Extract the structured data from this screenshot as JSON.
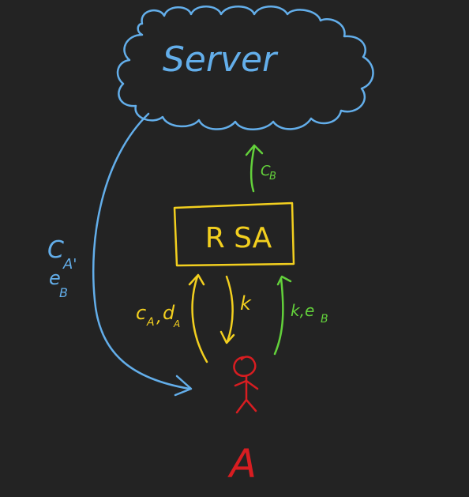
{
  "colors": {
    "background": "#232323",
    "server": "#63aeea",
    "rsa": "#f2cf1f",
    "green": "#63d13b",
    "actor": "#d81d21"
  },
  "nodes": {
    "server": {
      "label": "Server"
    },
    "rsa": {
      "label": "R SA"
    },
    "actor": {
      "label": "A"
    }
  },
  "edges": {
    "rsa_to_server": {
      "label": "C",
      "sub": "B"
    },
    "server_to_actor": {
      "line1": "C",
      "line1_sub": "A'",
      "line2": "e",
      "line2_sub": "B"
    },
    "actor_to_rsa_yellow": {
      "label_a": "c",
      "sub_a": "A",
      "sep": ",",
      "label_b": "d",
      "sub_b": "A"
    },
    "rsa_to_actor": {
      "label": "k"
    },
    "actor_to_rsa_green": {
      "label": "k,e",
      "sub": "B"
    }
  }
}
